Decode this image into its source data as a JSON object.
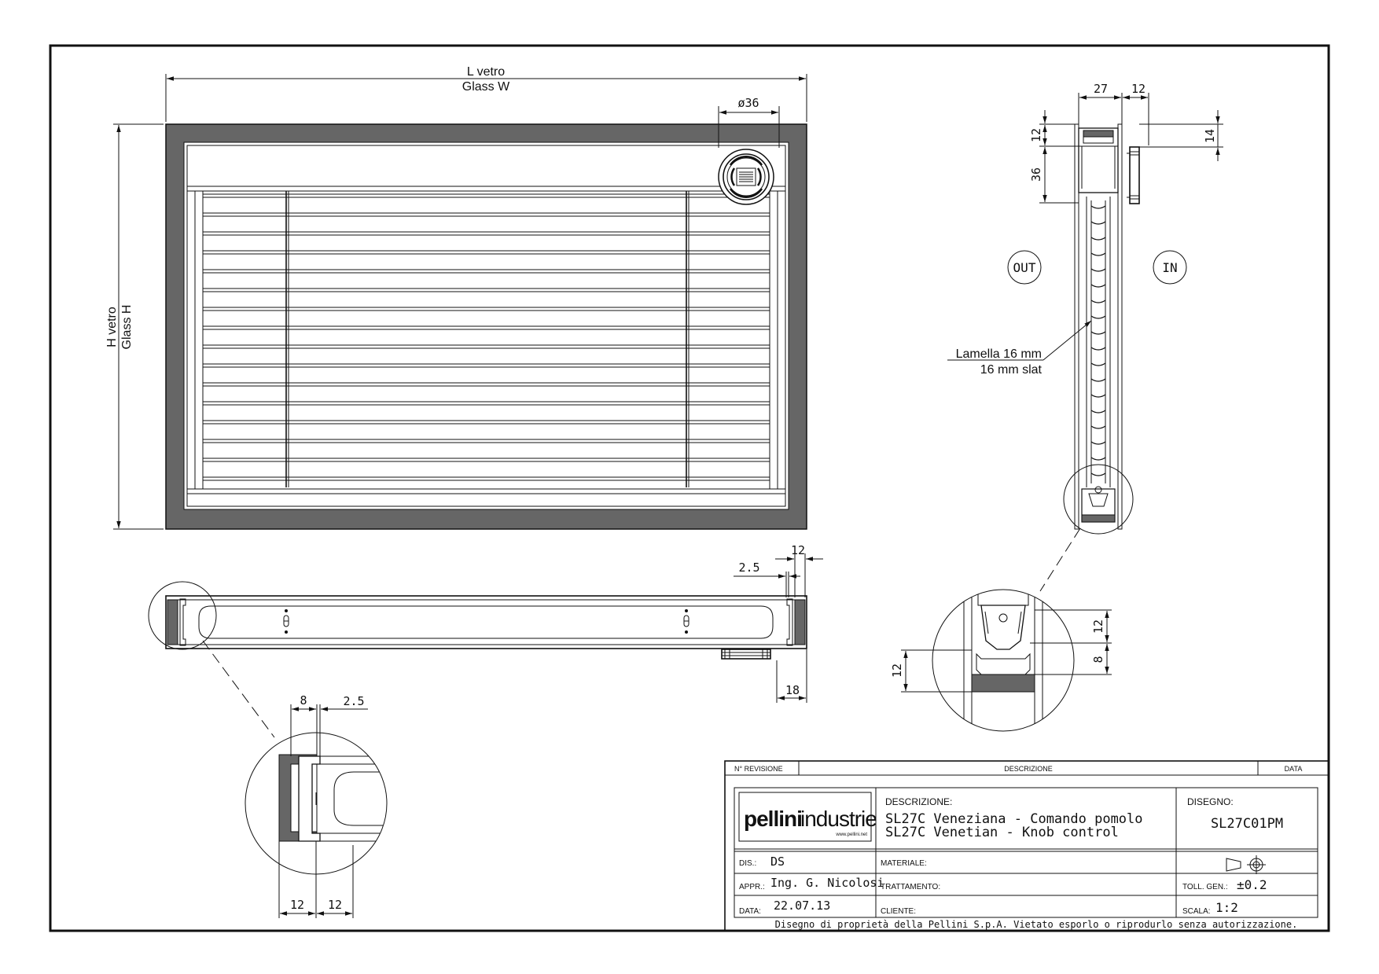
{
  "front_view": {
    "width_label_it": "L vetro",
    "width_label_en": "Glass W",
    "height_label_it": "H vetro",
    "height_label_en": "Glass H",
    "knob_diameter": "ø36"
  },
  "bottom_view": {
    "dim_2_5": "2.5",
    "dim_12": "12",
    "dim_18": "18"
  },
  "bottom_detail": {
    "dim_8": "8",
    "dim_2_5": "2.5",
    "dim_12_left": "12",
    "dim_12_right": "12"
  },
  "section_view": {
    "dim_27": "27",
    "dim_12_top": "12",
    "dim_12_side": "12",
    "dim_36": "36",
    "dim_14": "14",
    "out_label": "OUT",
    "in_label": "IN",
    "slat_label_it": "Lamella 16 mm",
    "slat_label_en": "16 mm slat"
  },
  "section_detail": {
    "dim_12_right": "12",
    "dim_8": "8",
    "dim_12_left": "12"
  },
  "title_block": {
    "revision_header": "N° REVISIONE",
    "description_header": "DESCRIZIONE",
    "date_header": "DATA",
    "logo_main": "pellini",
    "logo_sub": "industrie",
    "logo_url": "www.pellini.net",
    "description_label": "DESCRIZIONE:",
    "description_it": "SL27C Veneziana - Comando pomolo",
    "description_en": "SL27C Venetian - Knob control",
    "drawing_label": "DISEGNO:",
    "drawing_number": "SL27C01PM",
    "drawn_label": "DIS.:",
    "drawn_value": "DS",
    "material_label": "MATERIALE:",
    "approved_label": "APPR.:",
    "approved_value": "Ing. G. Nicolosi",
    "treatment_label": "TRATTAMENTO:",
    "tolerance_label": "TOLL. GEN.:",
    "tolerance_value": "±0.2",
    "date_label": "DATA:",
    "date_value": "22.07.13",
    "client_label": "CLIENTE:",
    "scale_label": "SCALA:",
    "scale_value": "1:2",
    "ownership_note": "Disegno di proprietà della Pellini S.p.A. Vietato esporlo o riprodurlo senza autorizzazione."
  },
  "colors": {
    "frame_fill": "#666666",
    "line": "#111111"
  }
}
